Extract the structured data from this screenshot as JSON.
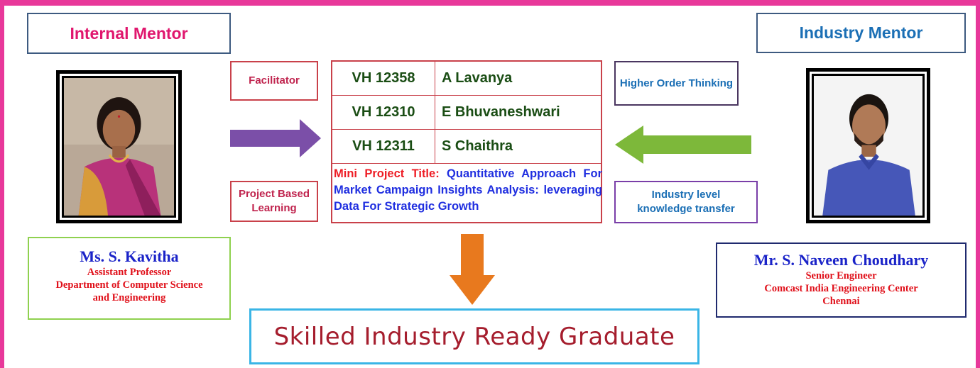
{
  "internal_mentor": {
    "heading": "Internal Mentor",
    "name": "Ms. S. Kavitha",
    "title": "Assistant Professor",
    "department_line1": "Department of Computer Science",
    "department_line2": "and Engineering"
  },
  "industry_mentor": {
    "heading": "Industry Mentor",
    "name": "Mr. S. Naveen Choudhary",
    "title": "Senior Engineer",
    "company": "Comcast India Engineering Center",
    "city": "Chennai"
  },
  "left_tags": {
    "facilitator": "Facilitator",
    "pbl_line1": "Project Based",
    "pbl_line2": "Learning"
  },
  "right_tags": {
    "hot": "Higher Order Thinking",
    "ilkt_line1": "Industry level",
    "ilkt_line2": "knowledge transfer"
  },
  "students": [
    {
      "id": "VH 12358",
      "name": "A Lavanya"
    },
    {
      "id": "VH 12310",
      "name": "E Bhuvaneshwari"
    },
    {
      "id": "VH 12311",
      "name": "S Chaithra"
    }
  ],
  "project": {
    "label": "Mini Project Title:",
    "title": "Quantitative Approach For Market Campaign  Insights Analysis: leveraging Data For Strategic Growth"
  },
  "outcome": "Skilled Industry Ready Graduate",
  "colors": {
    "frame": "#e8389a",
    "arrow_left": "#7b4fa8",
    "arrow_right": "#7db83a",
    "arrow_down": "#e8791e",
    "outcome_border": "#3ab5e6"
  }
}
